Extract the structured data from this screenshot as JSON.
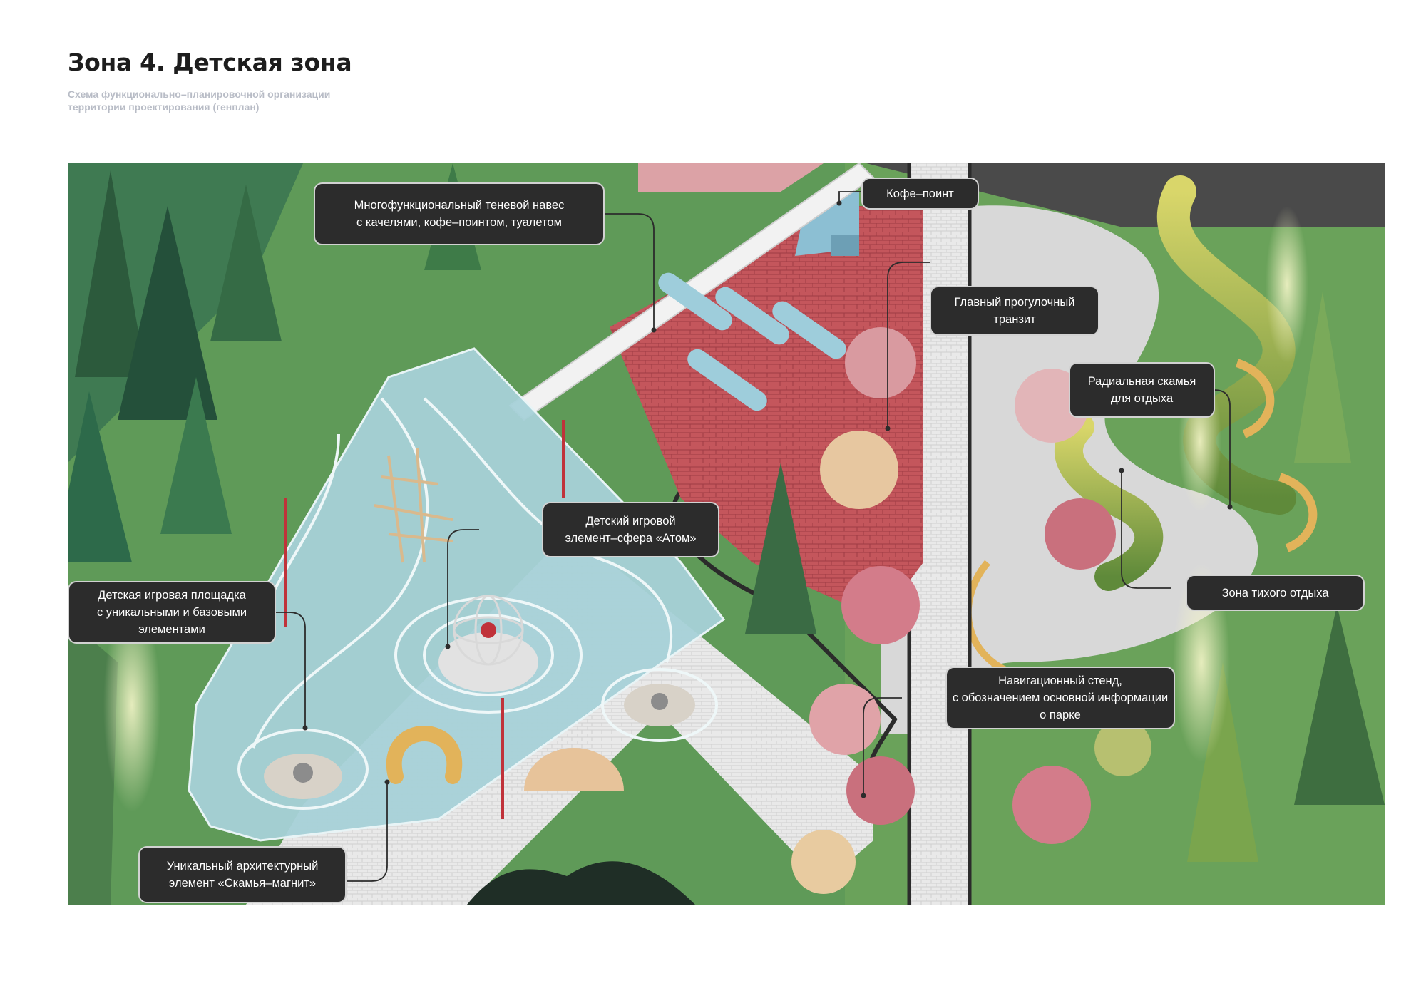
{
  "header": {
    "title": "Зона 4. Детская зона",
    "subtitle_lines": [
      "Схема функционально–планировочной организации",
      "территории проектирования (генплан)"
    ]
  },
  "callouts": {
    "canopy": {
      "lines": [
        "Многофункциональный теневой навес",
        "с качелями, кофе–поинтом, туалетом"
      ]
    },
    "coffee": {
      "lines": [
        "Кофе–поинт"
      ]
    },
    "transit": {
      "lines": [
        "Главный прогулочный",
        "транзит"
      ]
    },
    "bench": {
      "lines": [
        "Радиальная скамья",
        "для отдыха"
      ]
    },
    "atom": {
      "lines": [
        "Детский игровой",
        "элемент–сфера «Атом»"
      ]
    },
    "playground": {
      "lines": [
        "Детская игровая площадка",
        "с уникальными и базовыми",
        "элементами"
      ]
    },
    "quiet": {
      "lines": [
        "Зона тихого отдыха"
      ]
    },
    "nav": {
      "lines": [
        "Навигационный стенд,",
        "с обозначением основной информации",
        "о парке"
      ]
    },
    "magnet": {
      "lines": [
        "Уникальный архитектурный",
        "элемент «Скамья–магнит»"
      ]
    }
  },
  "colors": {
    "grass": "#5f9a58",
    "forest_dark": "#2f5a3f",
    "play_surface": "#9fcbd2",
    "brick_plaza": "#c4565c",
    "paving": "#e6e6e6",
    "callout_bg": "#2c2c2c"
  }
}
